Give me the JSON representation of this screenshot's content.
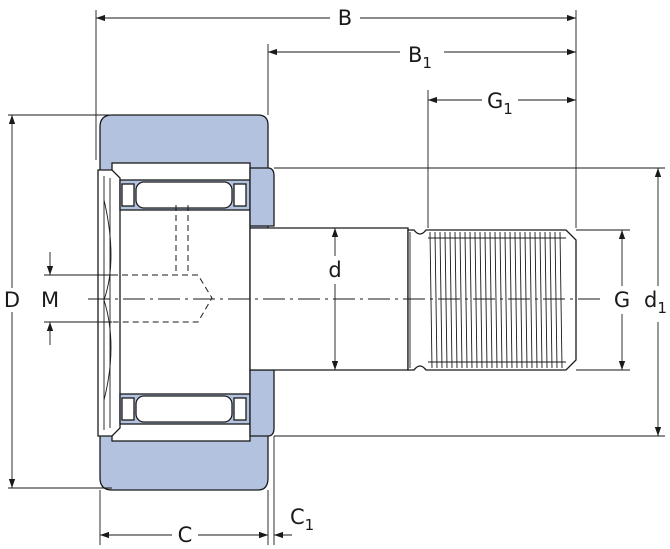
{
  "colors": {
    "bearing_fill": "#b3c3df",
    "line": "#1a1a1a",
    "background": "#ffffff"
  },
  "labels": {
    "B": "B",
    "B1": {
      "base": "B",
      "sub": "1"
    },
    "G1": {
      "base": "G",
      "sub": "1"
    },
    "D": "D",
    "M": "M",
    "d": "d",
    "G": "G",
    "d1": {
      "base": "d",
      "sub": "1"
    },
    "C": "C",
    "C1": {
      "base": "C",
      "sub": "1"
    }
  }
}
